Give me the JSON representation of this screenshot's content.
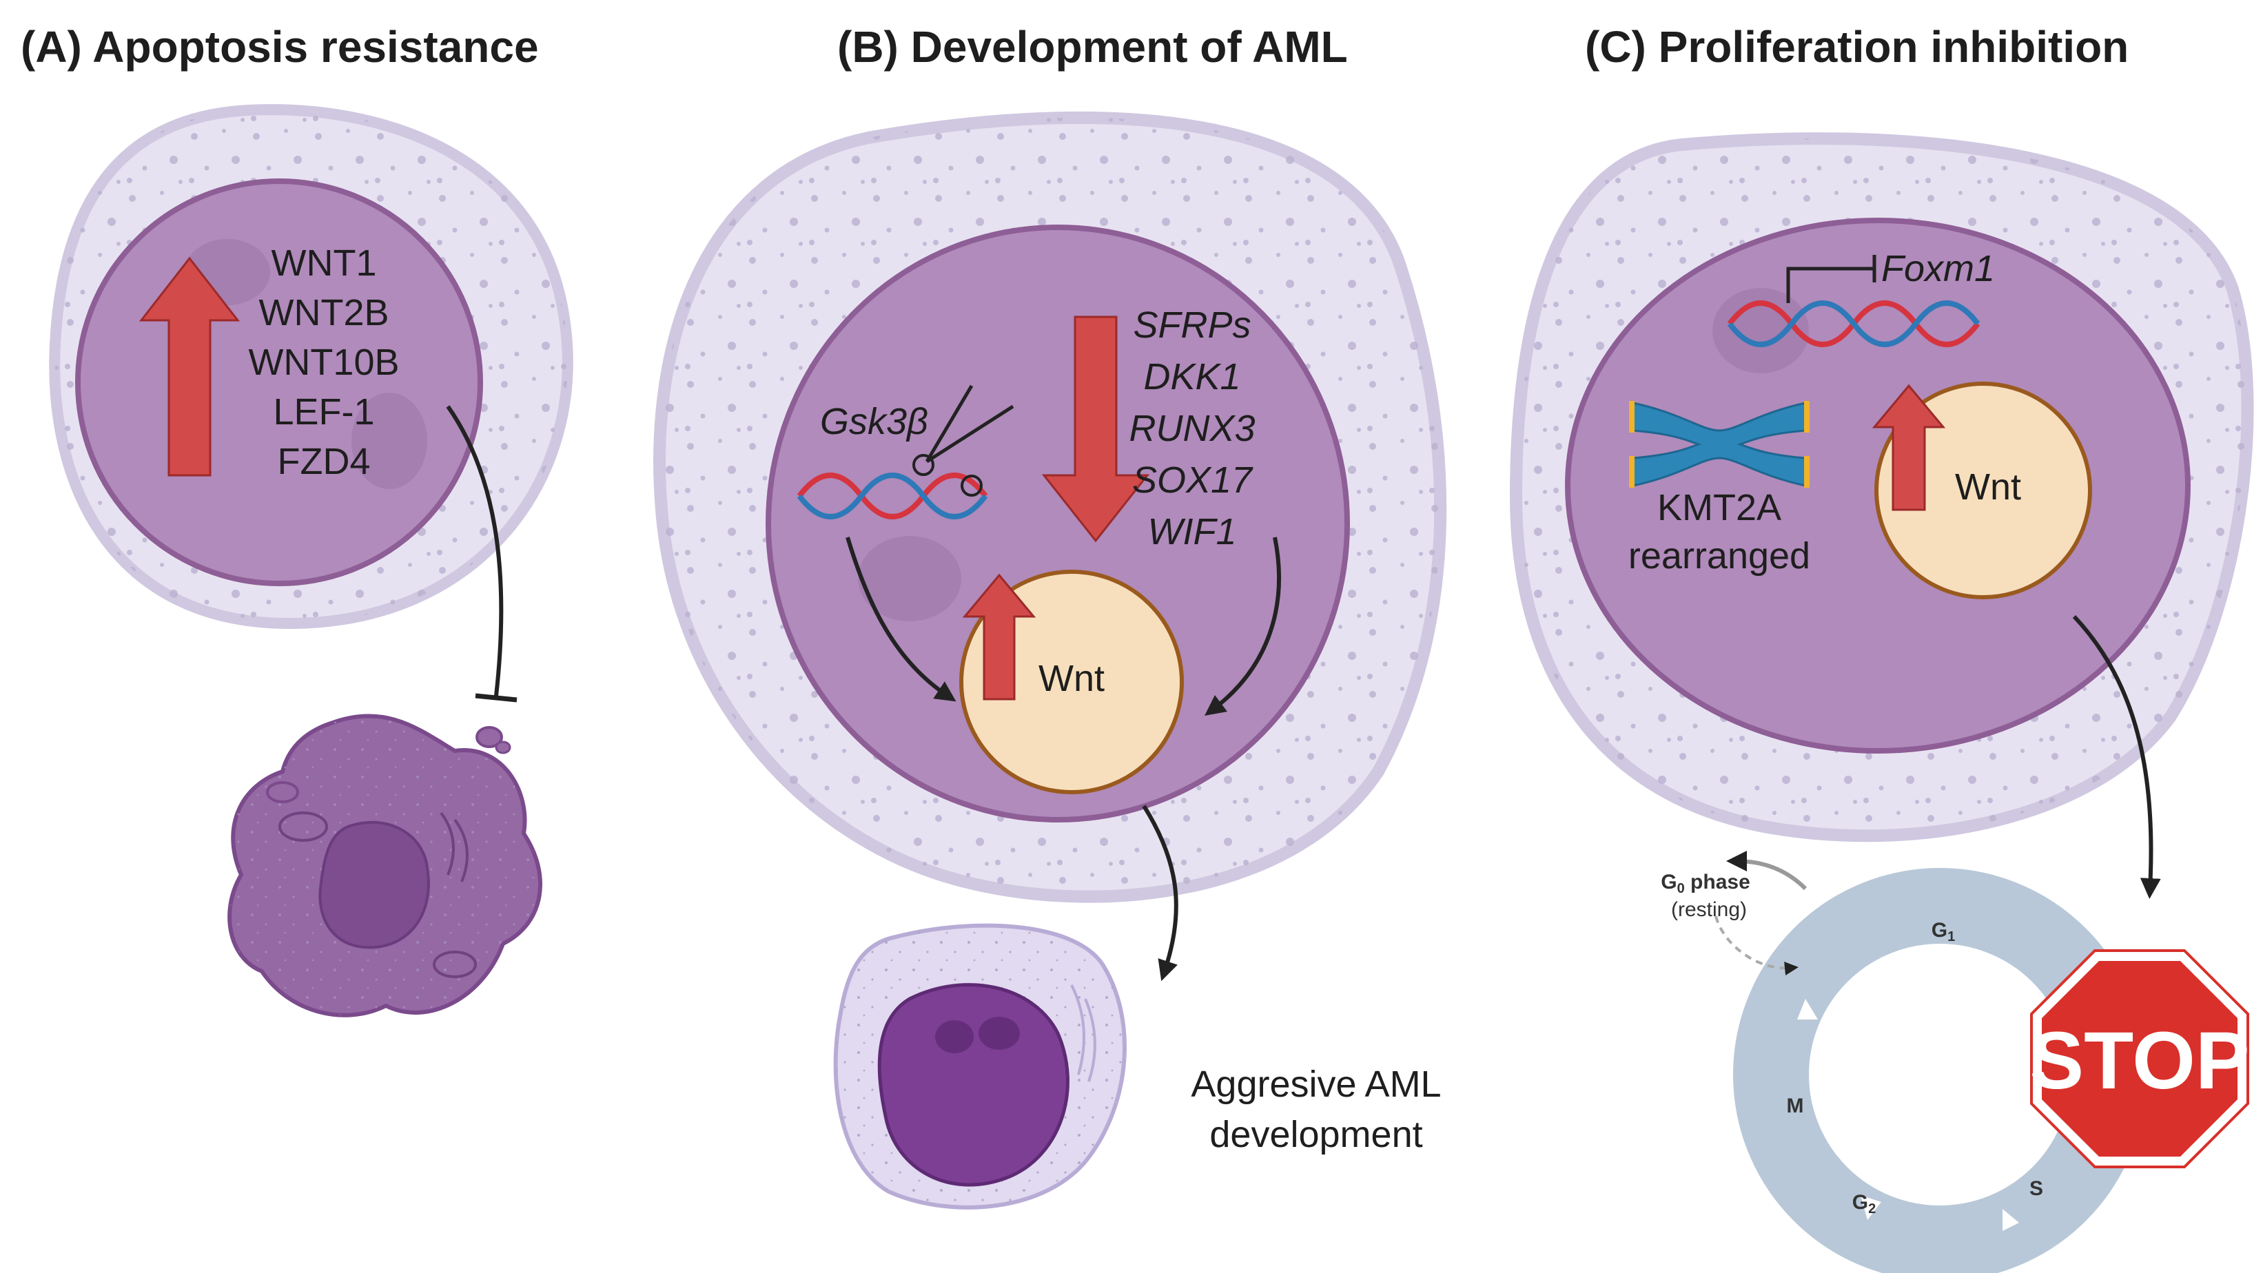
{
  "panels": {
    "a": {
      "title": "(A) Apoptosis resistance",
      "genes": [
        "WNT1",
        "WNT2B",
        "WNT10B",
        "LEF-1",
        "FZD4"
      ]
    },
    "b": {
      "title": "(B) Development of AML",
      "gsk_label": "Gsk3β",
      "down_genes": [
        "SFRPs",
        "DKK1",
        "RUNX3",
        "SOX17",
        "WIF1"
      ],
      "wnt_label": "Wnt",
      "outcome_line1": "Aggresive AML",
      "outcome_line2": "development"
    },
    "c": {
      "title": "(C) Proliferation inhibition",
      "foxm1_label": "Foxm1",
      "kmt2a_line1": "KMT2A",
      "kmt2a_line2": "rearranged",
      "wnt_label": "Wnt",
      "g0_phase": "phase",
      "g0_resting": "(resting)",
      "phase_g1": "G",
      "phase_s": "S",
      "phase_g2": "G",
      "phase_m": "M",
      "stop_label": "STOP"
    }
  },
  "colors": {
    "cell_membrane": "#cfc8e0",
    "cytoplasm": "#e7e2f1",
    "nucleus": "#b08bbb",
    "nucleus_outline": "#8e5e96",
    "arrow_red": "#d24a4a",
    "wnt_fill": "#f7dfbd",
    "wnt_outline": "#9a5a1e",
    "cycle_ring": "#b8c8d8",
    "stop_red": "#d9302b",
    "dna_red": "#d6343f",
    "dna_blue": "#2e79b8",
    "chromosome_blue": "#2c86b8",
    "dark_cell": "#7a4a8c"
  },
  "icons": [
    "up-arrow-icon",
    "down-arrow-icon",
    "scissors-icon",
    "dna-icon",
    "chromosome-icon",
    "stop-sign-icon",
    "inhibition-arrow-icon"
  ]
}
